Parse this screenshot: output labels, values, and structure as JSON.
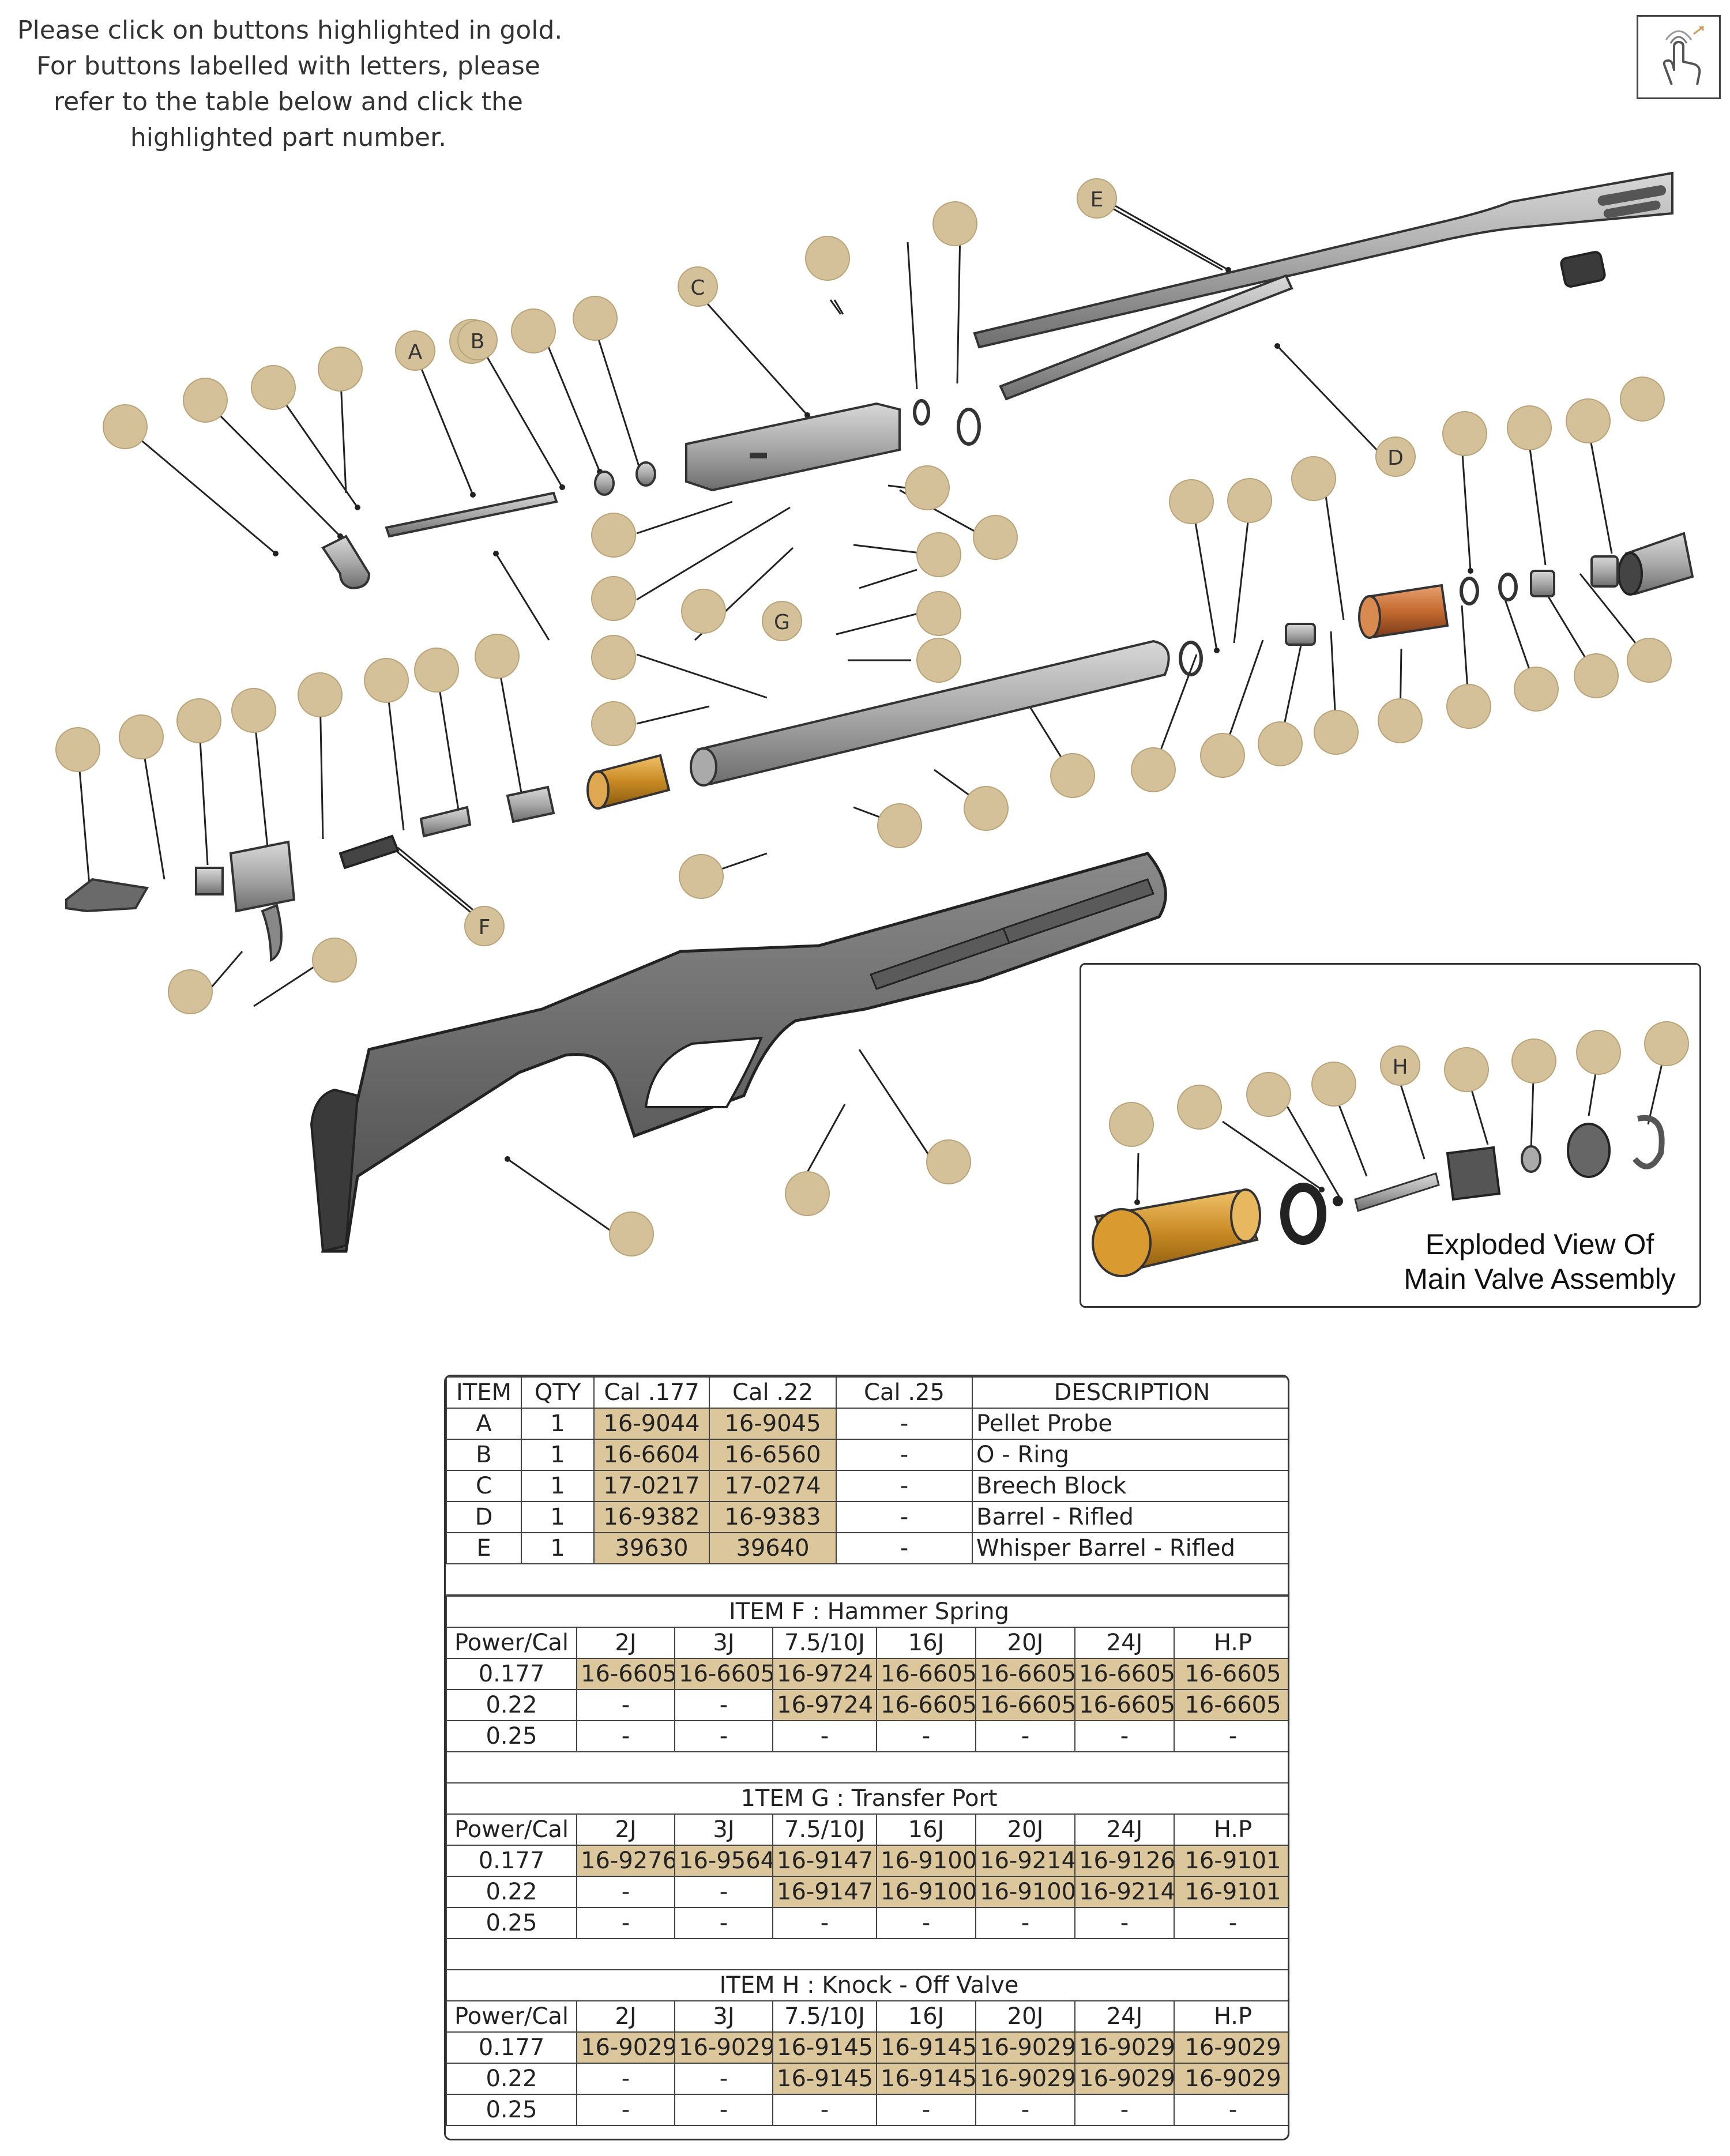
{
  "instructions": [
    "Please click on buttons highlighted in gold.",
    "For buttons labelled with letters, please",
    "refer to the table below and click the",
    "highlighted part number."
  ],
  "icons": {
    "touch": "touch-gesture-icon"
  },
  "colors": {
    "gold": "#d5c199",
    "cell_gold": "#dcc79c",
    "line": "#333333"
  },
  "letter_labels": [
    "A",
    "B",
    "C",
    "D",
    "E",
    "F",
    "G",
    "H"
  ],
  "inset_caption": [
    "Exploded View Of",
    "Main Valve Assembly"
  ],
  "main_table": {
    "headers": [
      "ITEM",
      "QTY",
      "Cal .177",
      "Cal .22",
      "Cal .25",
      "DESCRIPTION"
    ],
    "rows": [
      [
        "A",
        "1",
        "16-9044",
        "16-9045",
        "-",
        "Pellet Probe"
      ],
      [
        "B",
        "1",
        "16-6604",
        "16-6560",
        "-",
        "O - Ring"
      ],
      [
        "C",
        "1",
        "17-0217",
        "17-0274",
        "-",
        "Breech Block"
      ],
      [
        "D",
        "1",
        "16-9382",
        "16-9383",
        "-",
        "Barrel - Rifled"
      ],
      [
        "E",
        "1",
        "39630",
        "39640",
        "-",
        "Whisper Barrel - Rifled"
      ]
    ]
  },
  "sub_tables": [
    {
      "title": "ITEM F : Hammer Spring",
      "headers": [
        "Power/Cal",
        "2J",
        "3J",
        "7.5/10J",
        "16J",
        "20J",
        "24J",
        "H.P"
      ],
      "rows": [
        [
          "0.177",
          "16-6605",
          "16-6605",
          "16-9724",
          "16-6605",
          "16-6605",
          "16-6605",
          "16-6605"
        ],
        [
          "0.22",
          "-",
          "-",
          "16-9724",
          "16-6605",
          "16-6605",
          "16-6605",
          "16-6605"
        ],
        [
          "0.25",
          "-",
          "-",
          "-",
          "-",
          "-",
          "-",
          "-"
        ]
      ]
    },
    {
      "title": "1TEM G : Transfer Port",
      "headers": [
        "Power/Cal",
        "2J",
        "3J",
        "7.5/10J",
        "16J",
        "20J",
        "24J",
        "H.P"
      ],
      "rows": [
        [
          "0.177",
          "16-9276",
          "16-9564",
          "16-9147",
          "16-9100",
          "16-9214",
          "16-9126",
          "16-9101"
        ],
        [
          "0.22",
          "-",
          "-",
          "16-9147",
          "16-9100",
          "16-9100",
          "16-9214",
          "16-9101"
        ],
        [
          "0.25",
          "-",
          "-",
          "-",
          "-",
          "-",
          "-",
          "-"
        ]
      ]
    },
    {
      "title": "ITEM H : Knock - Off Valve",
      "headers": [
        "Power/Cal",
        "2J",
        "3J",
        "7.5/10J",
        "16J",
        "20J",
        "24J",
        "H.P"
      ],
      "rows": [
        [
          "0.177",
          "16-9029",
          "16-9029",
          "16-9145",
          "16-9145",
          "16-9029",
          "16-9029",
          "16-9029"
        ],
        [
          "0.22",
          "-",
          "-",
          "16-9145",
          "16-9145",
          "16-9029",
          "16-9029",
          "16-9029"
        ],
        [
          "0.25",
          "-",
          "-",
          "-",
          "-",
          "-",
          "-",
          "-"
        ]
      ]
    }
  ]
}
